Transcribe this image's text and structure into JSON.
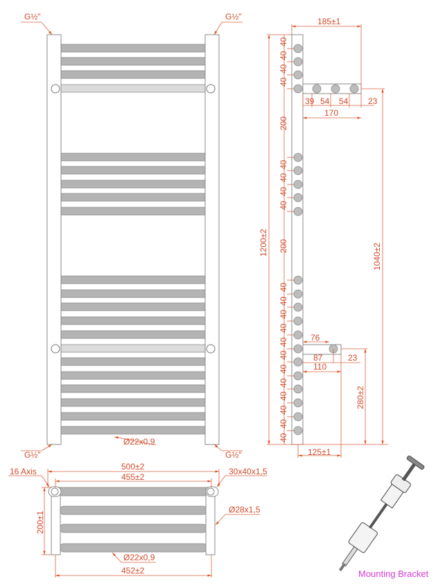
{
  "front_view": {
    "thread_top_left": "G½\"",
    "thread_top_right": "G½\"",
    "thread_bottom_left": "G½\"",
    "thread_bottom_right": "G½\"",
    "bar_tube": "Ø22x0,9"
  },
  "side_view": {
    "height_total": "1200±2",
    "height_brackets": "1040±2",
    "height_lower_bracket": "280±2",
    "depth_top": "185±1",
    "depth_bottom": "125±1",
    "top_bracket": {
      "seg1": "39",
      "seg2": "54",
      "seg3": "54",
      "seg4": "23",
      "length": "170"
    },
    "bottom_bracket": {
      "offset_top": "76",
      "offset": "87",
      "end": "23",
      "length": "110"
    },
    "spacing_labels": [
      "40",
      "40",
      "40",
      "40",
      "200",
      "40",
      "40",
      "40",
      "40",
      "200",
      "40",
      "40",
      "40",
      "40",
      "40",
      "40",
      "40",
      "40",
      "40",
      "40",
      "40",
      "40"
    ]
  },
  "top_view": {
    "axis": "16 Axis",
    "column_profile": "30x40x1,5",
    "width_total": "500±2",
    "width_axis": "455±2",
    "width_bars": "452±2",
    "depth": "200±1",
    "column_tube": "Ø28x1,5",
    "bar_tube": "Ø22x0,9"
  },
  "caption": "Mounting Bracket",
  "colors": {
    "dimension": "#d24a2a",
    "caption": "#d43ad4",
    "bar": "#b4b4b4"
  }
}
